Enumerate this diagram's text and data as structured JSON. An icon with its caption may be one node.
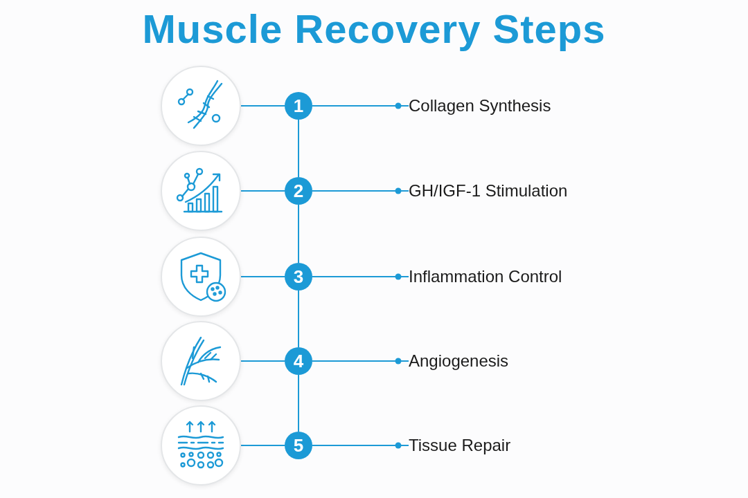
{
  "diagram": {
    "title": "Muscle Recovery Steps",
    "nodes": [
      {
        "text": [],
        "shape": "circle"
      },
      {
        "text": [
          "1"
        ]
      },
      {
        "text": [
          "Collagen Synthesis"
        ]
      },
      {
        "text": [],
        "shape": "circle"
      },
      {
        "text": [
          "2"
        ]
      },
      {
        "text": [
          "GH/IGF-1 Stimulation"
        ]
      },
      {
        "text": [],
        "shape": "circle"
      },
      {
        "text": [
          "3"
        ]
      },
      {
        "text": [
          "Inflammation Control"
        ]
      },
      {
        "text": [],
        "shape": "circle"
      },
      {
        "text": [
          "4"
        ]
      },
      {
        "text": [
          "Angiogenesis"
        ]
      },
      {
        "text": [],
        "shape": "circle"
      },
      {
        "text": [
          "5"
        ]
      },
      {
        "text": [
          "Tissue Repair"
        ]
      }
    ],
    "edges": [
      {
        "from": 0,
        "to": 1,
        "arrow": "none"
      },
      {
        "from": 1,
        "to": 2,
        "arrow": "other"
      },
      {
        "from": 1,
        "to": 4,
        "arrow": "none"
      },
      {
        "from": 3,
        "to": 4,
        "arrow": "none"
      },
      {
        "from": 4,
        "to": 5,
        "arrow": "other"
      },
      {
        "from": 4,
        "to": 7,
        "arrow": "none"
      },
      {
        "from": 6,
        "to": 7,
        "arrow": "none"
      },
      {
        "from": 7,
        "to": 8,
        "arrow": "other"
      },
      {
        "from": 7,
        "to": 10,
        "arrow": "none"
      },
      {
        "from": 9,
        "to": 10,
        "arrow": "none"
      },
      {
        "from": 10,
        "to": 11,
        "arrow": "other"
      },
      {
        "from": 10,
        "to": 13,
        "arrow": "none"
      },
      {
        "from": 12,
        "to": 13,
        "arrow": "none"
      },
      {
        "from": 13,
        "to": 14,
        "arrow": "other"
      }
    ]
  }
}
